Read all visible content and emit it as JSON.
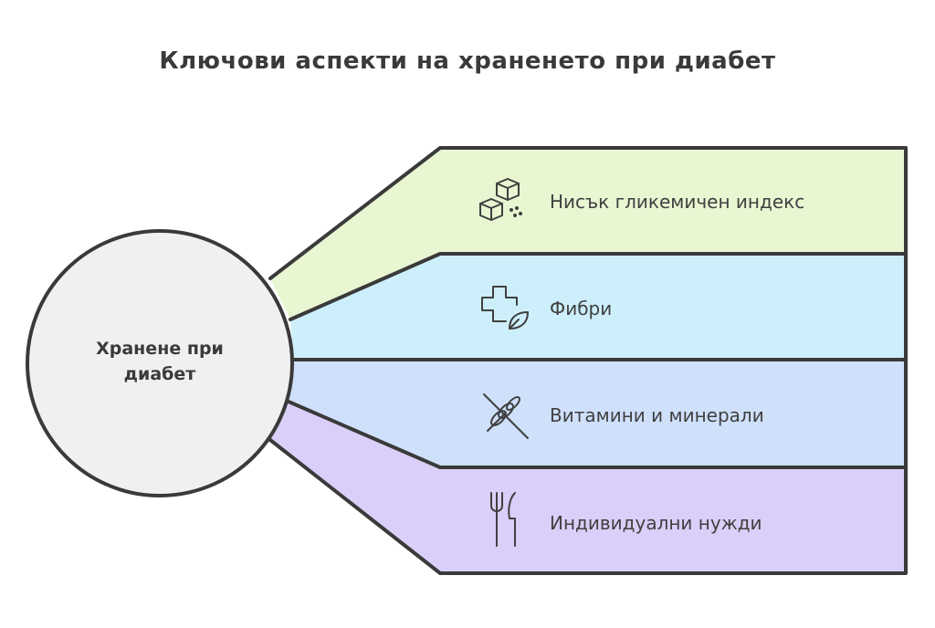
{
  "title": "Ключови аспекти на храненето при диабет",
  "hub": {
    "line1": "Хранене при",
    "line2": "диабет"
  },
  "bands": [
    {
      "label": "Нисък гликемичен индекс",
      "icon": "sugar-cubes-icon",
      "color": "#e8f6d2"
    },
    {
      "label": "Фибри",
      "icon": "health-leaf-icon",
      "color": "#cdeffc"
    },
    {
      "label": "Витамини и минерали",
      "icon": "no-wheat-icon",
      "color": "#cfe0fb"
    },
    {
      "label": "Индивидуални нужди",
      "icon": "fork-knife-icon",
      "color": "#dacff8"
    }
  ],
  "colors": {
    "hub_fill": "#f0f0f0",
    "stroke": "#3a3a3a"
  }
}
